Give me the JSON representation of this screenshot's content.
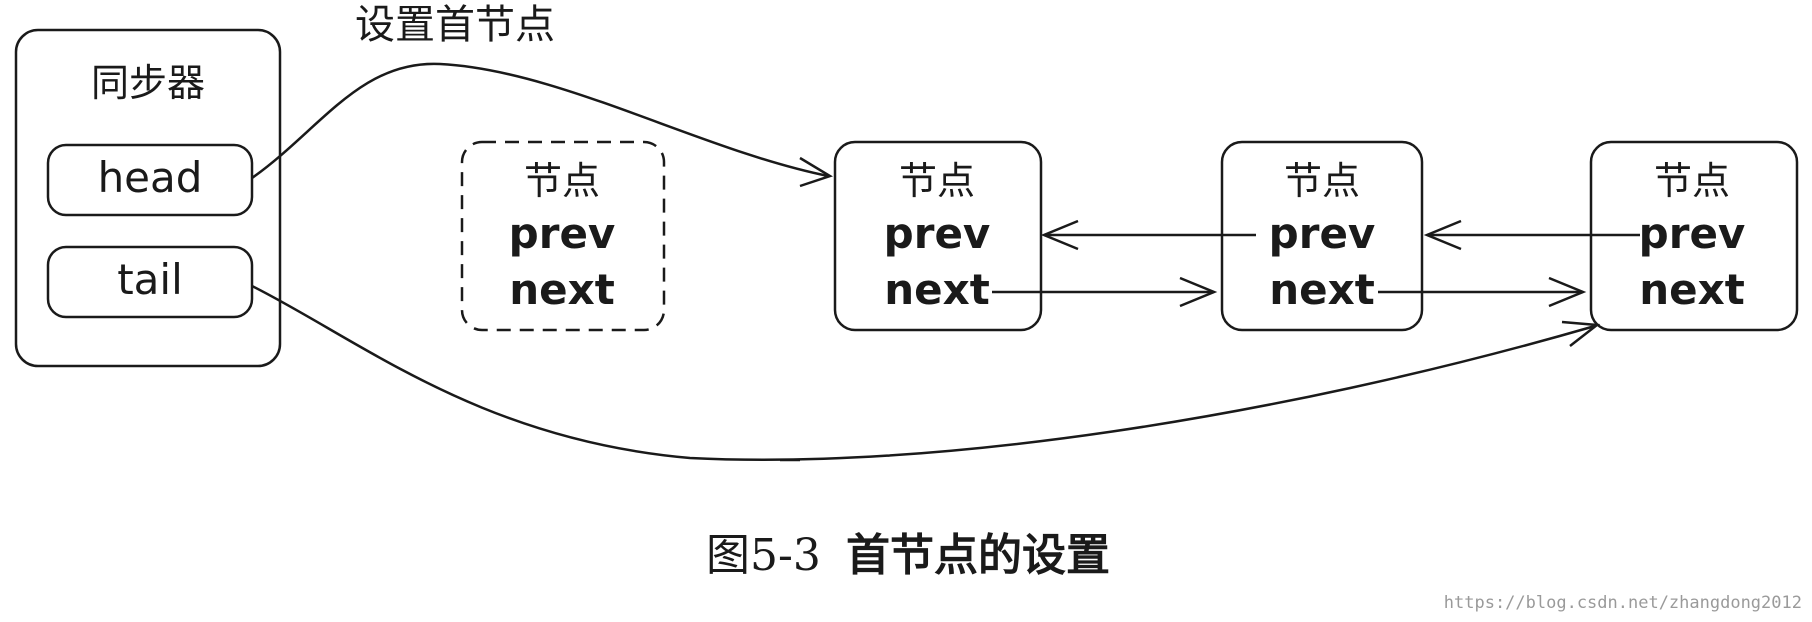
{
  "annotation": "设置首节点",
  "synchronizer": {
    "title": "同步器",
    "head_label": "head",
    "tail_label": "tail"
  },
  "nodes": [
    {
      "title": "节点",
      "prev": "prev",
      "next": "next",
      "style": "dashed"
    },
    {
      "title": "节点",
      "prev": "prev",
      "next": "next",
      "style": "solid"
    },
    {
      "title": "节点",
      "prev": "prev",
      "next": "next",
      "style": "solid"
    },
    {
      "title": "节点",
      "prev": "prev",
      "next": "next",
      "style": "solid"
    }
  ],
  "caption": {
    "number": "图5-3",
    "text": "首节点的设置"
  },
  "watermark": "https://blog.csdn.net/zhangdong2012"
}
